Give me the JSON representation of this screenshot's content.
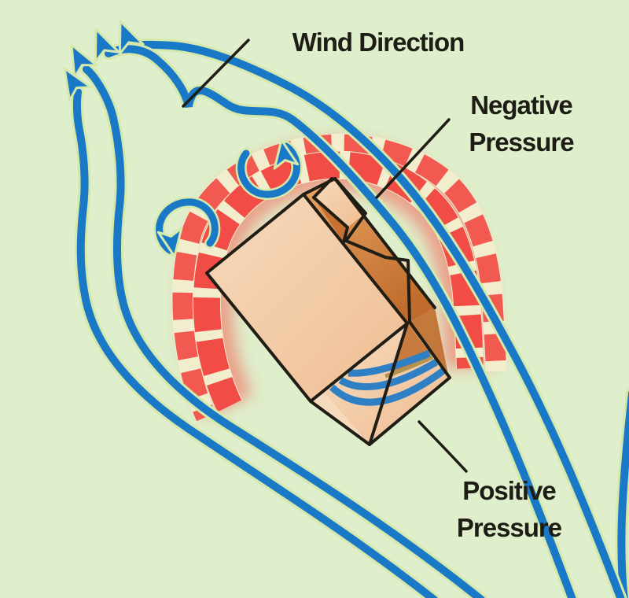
{
  "labels": {
    "wind_direction": "Wind Direction",
    "negative_pressure": {
      "line1": "Negative",
      "line2": "Pressure"
    },
    "positive_pressure": {
      "line1": "Positive",
      "line2": "Pressure"
    }
  },
  "icons": {
    "flow_arrow": "arrowhead pointing upwind-exit (up-left)",
    "eddy_curl": "circular recirculation arrow"
  },
  "colors": {
    "background": "#dfeecb",
    "stream_blue": "#1a79c6",
    "stream_casing": "#d5e9ad",
    "pressure_red": "#f14c46",
    "pressure_glow": "#f3564b",
    "brick_gap": "#f1edcd",
    "building_light": "#f6dabd",
    "building_mid": "#efbd92",
    "building_dark": "#e9a765",
    "building_dark_deep": "#c06c2c",
    "stripe_blue": "#2e7fc4",
    "stripe_gap_gold": "#b5924e",
    "outline": "#1f1d14",
    "text": "#1d1d15"
  }
}
